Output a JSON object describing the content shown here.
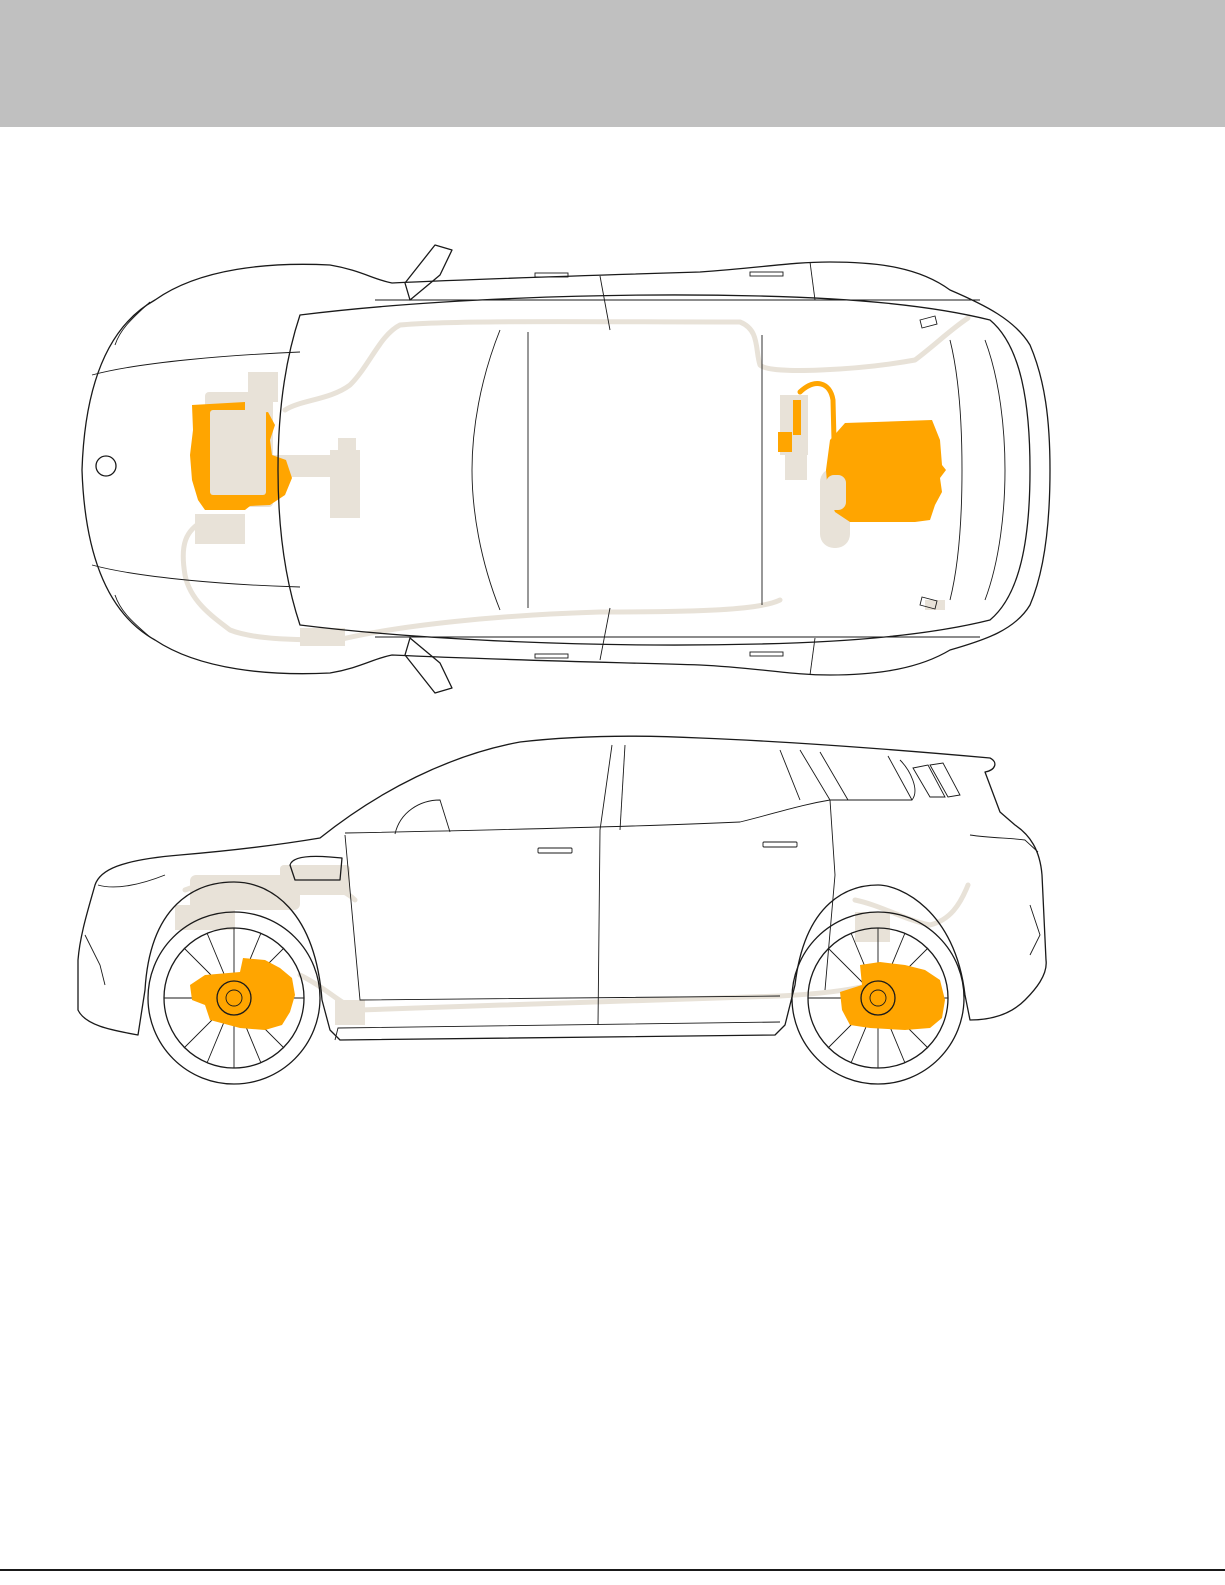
{
  "colors": {
    "header_band": "#c0c0c0",
    "highlight": "#ffa500",
    "component_ghost": "#e8e2d8",
    "outline": "#1a1a1a",
    "background": "#ffffff",
    "footer_rule": "#1a1a1a"
  },
  "views": [
    {
      "id": "top-view",
      "highlighted_components": [
        "front-drive-unit",
        "rear-drive-unit"
      ]
    },
    {
      "id": "side-view",
      "highlighted_components": [
        "front-drive-unit",
        "rear-drive-unit"
      ]
    }
  ]
}
